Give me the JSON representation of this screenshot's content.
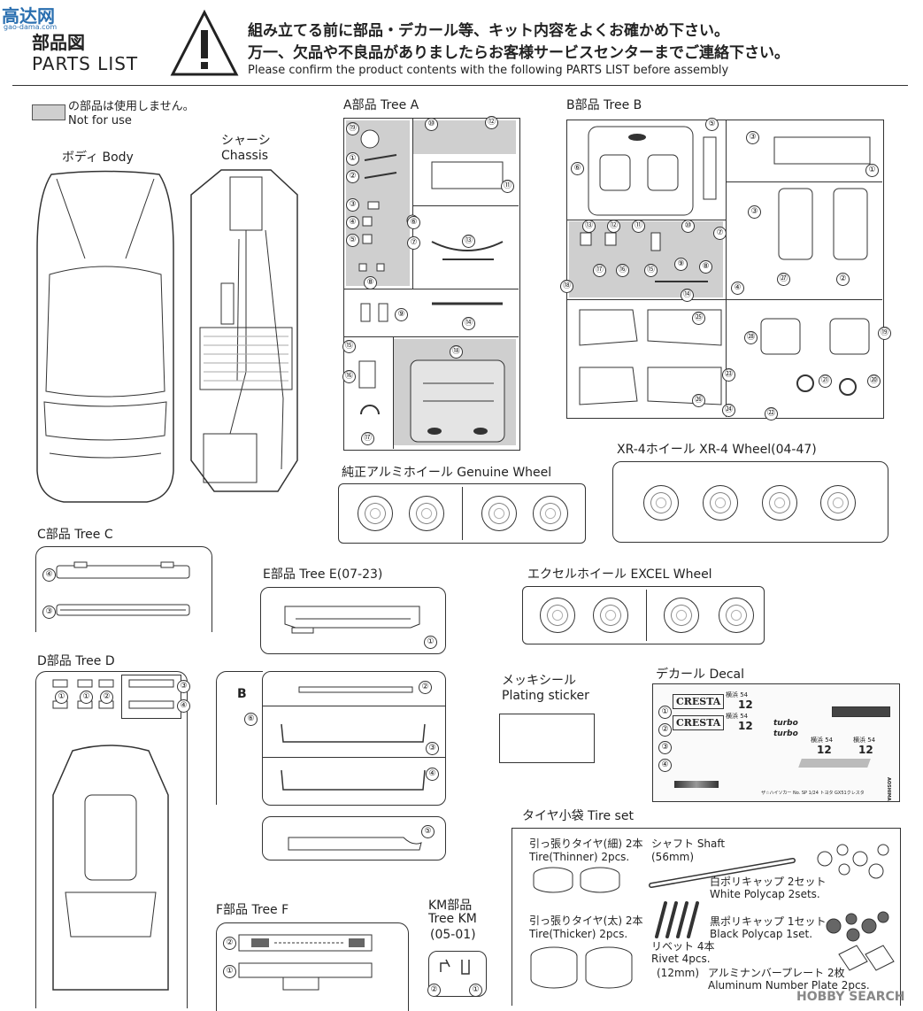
{
  "watermark_tl": "高达网",
  "watermark_tl_url": "gao-dama.com",
  "watermark_br": "HOBBY SEARCH",
  "header": {
    "title_jp": "部品図",
    "title_en": "PARTS LIST",
    "notice_jp_1": "組み立てる前に部品・デカール等、キット内容をよくお確かめ下さい。",
    "notice_jp_2": "万一、欠品や不良品がありましたらお客様サービスセンターまでご連絡下さい。",
    "notice_en": "Please confirm the product contents with the following PARTS LIST before assembly"
  },
  "legend": {
    "jp": "の部品は使用しません。",
    "en": "Not for use"
  },
  "body": {
    "jp": "ボディ",
    "en": "Body"
  },
  "chassis": {
    "jp": "シャーシ",
    "en": "Chassis"
  },
  "tree_a": {
    "label": "A部品 Tree A"
  },
  "tree_b": {
    "label": "B部品 Tree B"
  },
  "tree_c": {
    "label": "C部品 Tree C"
  },
  "tree_d": {
    "label": "D部品 Tree D"
  },
  "tree_e": {
    "label": "E部品 Tree E(07-23)"
  },
  "tree_f": {
    "label": "F部品 Tree F"
  },
  "tree_km": {
    "l1": "KM部品",
    "l2": "Tree KM",
    "l3": "(05-01)"
  },
  "genuine_wheel": "純正アルミホイール Genuine Wheel",
  "xr4_wheel": "XR-4ホイール XR-4 Wheel(04-47)",
  "excel_wheel": "エクセルホイール EXCEL  Wheel",
  "plating": {
    "jp": "メッキシール",
    "en": "Plating sticker"
  },
  "decal": {
    "label": "デカール Decal",
    "brand": "CRESTA",
    "plate_top": "横浜 54",
    "plate_num": "12",
    "turbo": "turbo",
    "footer": "ザ☆ハイソカー No. SP 1/24 トヨタ GX51クレスタ",
    "maker": "AOSHIMA"
  },
  "tire_set": {
    "title": "タイヤ小袋 Tire set",
    "thin_jp": "引っ張りタイヤ(細) 2本",
    "thin_en": "Tire(Thinner) 2pcs.",
    "thick_jp": "引っ張りタイヤ(太) 2本",
    "thick_en": "Tire(Thicker) 2pcs.",
    "shaft": "シャフト Shaft",
    "shaft_len": "(56mm)",
    "white_jp": "白ポリキャップ 2セット",
    "white_en": "White Polycap 2sets.",
    "black_jp": "黒ポリキャップ 1セット",
    "black_en": "Black Polycap 1set.",
    "rivet_jp": "リベット 4本",
    "rivet_en": "Rivet 4pcs.",
    "rivet_len": "(12mm)",
    "plate_jp": "アルミナンバープレート 2枚",
    "plate_en": "Aluminum Number Plate 2pcs."
  },
  "nums": {
    "n1": "①",
    "n2": "②",
    "n3": "③",
    "n4": "④",
    "n5": "⑤",
    "n6": "⑥",
    "n7": "⑦",
    "n8": "⑧",
    "n9": "⑨",
    "n10": "⑩",
    "n11": "⑪",
    "n12": "⑫",
    "n13": "⑬",
    "n14": "⑭",
    "n15": "⑮",
    "n16": "⑯",
    "n17": "⑰",
    "n18": "⑱",
    "n19": "⑲",
    "n20": "⑳",
    "n21": "㉑",
    "n22": "㉒",
    "n23": "㉓",
    "n24": "㉔",
    "n25": "㉕",
    "n26": "㉖",
    "n27": "㉗",
    "n28": "㉘"
  },
  "letter_b": "B",
  "colors": {
    "line": "#333333",
    "gray_part": "#cfcfcf"
  }
}
